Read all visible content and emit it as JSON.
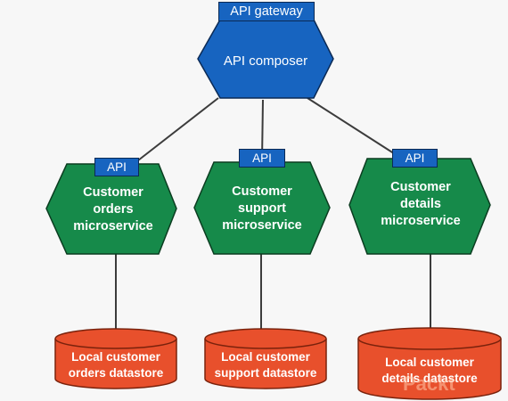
{
  "gateway": {
    "label": "API gateway"
  },
  "composer": {
    "label": "API composer"
  },
  "microservices": [
    {
      "api_label": "API",
      "label": "Customer\norders\nmicroservice"
    },
    {
      "api_label": "API",
      "label": "Customer\nsupport\nmicroservice"
    },
    {
      "api_label": "API",
      "label": "Customer\ndetails\nmicroservice"
    }
  ],
  "datastores": [
    {
      "label": "Local customer\norders datastore"
    },
    {
      "label": "Local customer\nsupport datastore"
    },
    {
      "label": "Local customer\ndetails datastore"
    }
  ],
  "watermark": {
    "text": "Packt"
  },
  "colors": {
    "blue": "#1764c0",
    "green": "#168a4a",
    "red": "#e8502c",
    "line": "#3c3c3c"
  }
}
